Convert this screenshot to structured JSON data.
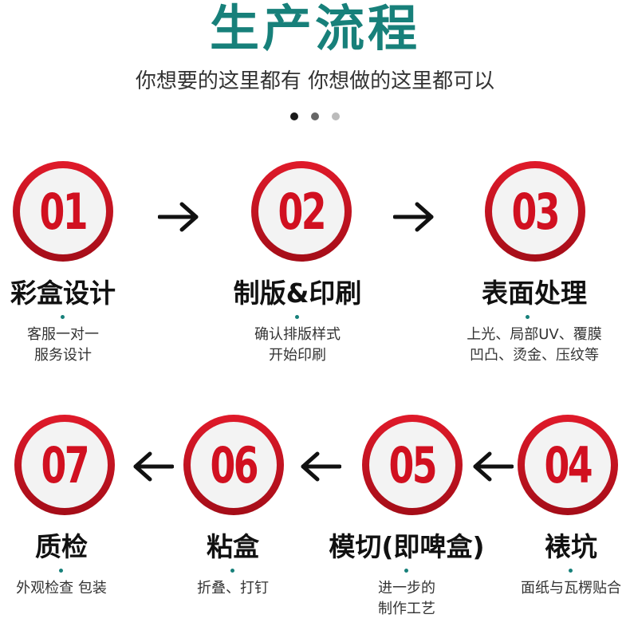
{
  "header": {
    "title": "生产流程",
    "subtitle": "你想要的这里都有  你想做的这里都可以"
  },
  "colors": {
    "accent": "#17807a",
    "ring": "#d11020",
    "arrow": "#111111"
  },
  "steps": [
    {
      "num": "01",
      "title": "彩盒设计",
      "desc": [
        "客服一对一",
        "服务设计"
      ]
    },
    {
      "num": "02",
      "title": "制版&印刷",
      "desc": [
        "确认排版样式",
        "开始印刷"
      ]
    },
    {
      "num": "03",
      "title": "表面处理",
      "desc": [
        "上光、局部UV、覆膜",
        "凹凸、烫金、压纹等"
      ]
    },
    {
      "num": "04",
      "title": "裱坑",
      "desc": [
        "面纸与瓦楞贴合",
        ""
      ]
    },
    {
      "num": "05",
      "title": "模切(即啤盒)",
      "desc": [
        "进一步的",
        "制作工艺"
      ]
    },
    {
      "num": "06",
      "title": "粘盒",
      "desc": [
        "折叠、打钉",
        ""
      ]
    },
    {
      "num": "07",
      "title": "质检",
      "desc": [
        "外观检查 包装",
        ""
      ]
    }
  ]
}
